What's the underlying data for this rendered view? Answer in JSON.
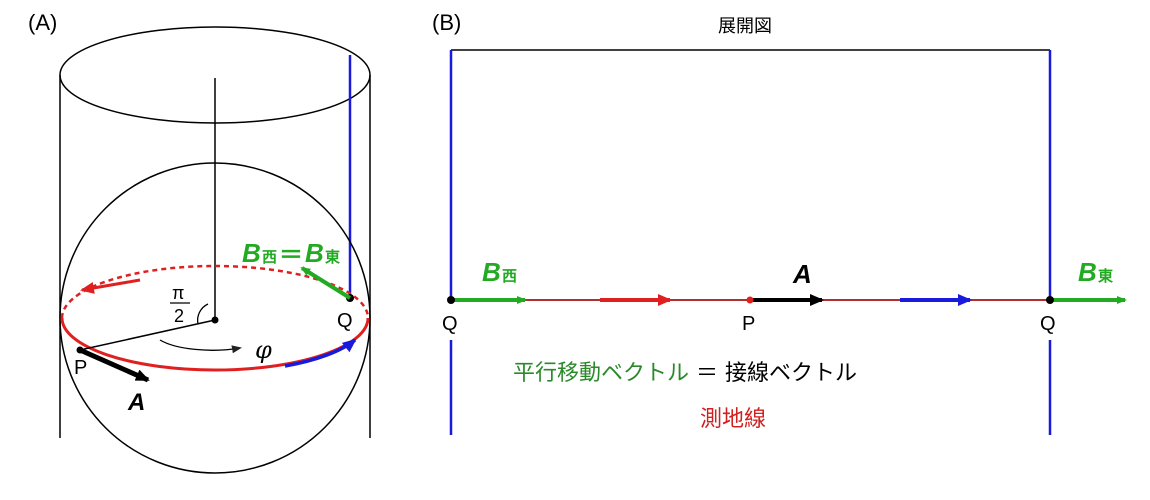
{
  "panel_a": {
    "label": "(A)",
    "b_west_sym": "B",
    "b_west_sub": "西",
    "equals": "＝",
    "b_east_sym": "B",
    "b_east_sub": "東",
    "pi": "π",
    "two": "2",
    "phi": "φ",
    "point_p": "P",
    "point_q": "Q",
    "vec_a": "A"
  },
  "panel_b": {
    "label": "(B)",
    "title": "展開図",
    "b_west_sym": "B",
    "b_west_sub": "西",
    "b_east_sym": "B",
    "b_east_sub": "東",
    "vec_a": "A",
    "point_q_left": "Q",
    "point_p": "P",
    "point_q_right": "Q",
    "parallel_text": "平行移動ベクトル",
    "equals_text": " ＝ ",
    "tangent_text": "接線ベクトル",
    "geodesic_text": "測地線"
  },
  "colors": {
    "green": "#22aa22",
    "red": "#e02020",
    "blue": "#1a1adc",
    "dark_red": "#b03030",
    "text_green": "#2a8a2a"
  }
}
